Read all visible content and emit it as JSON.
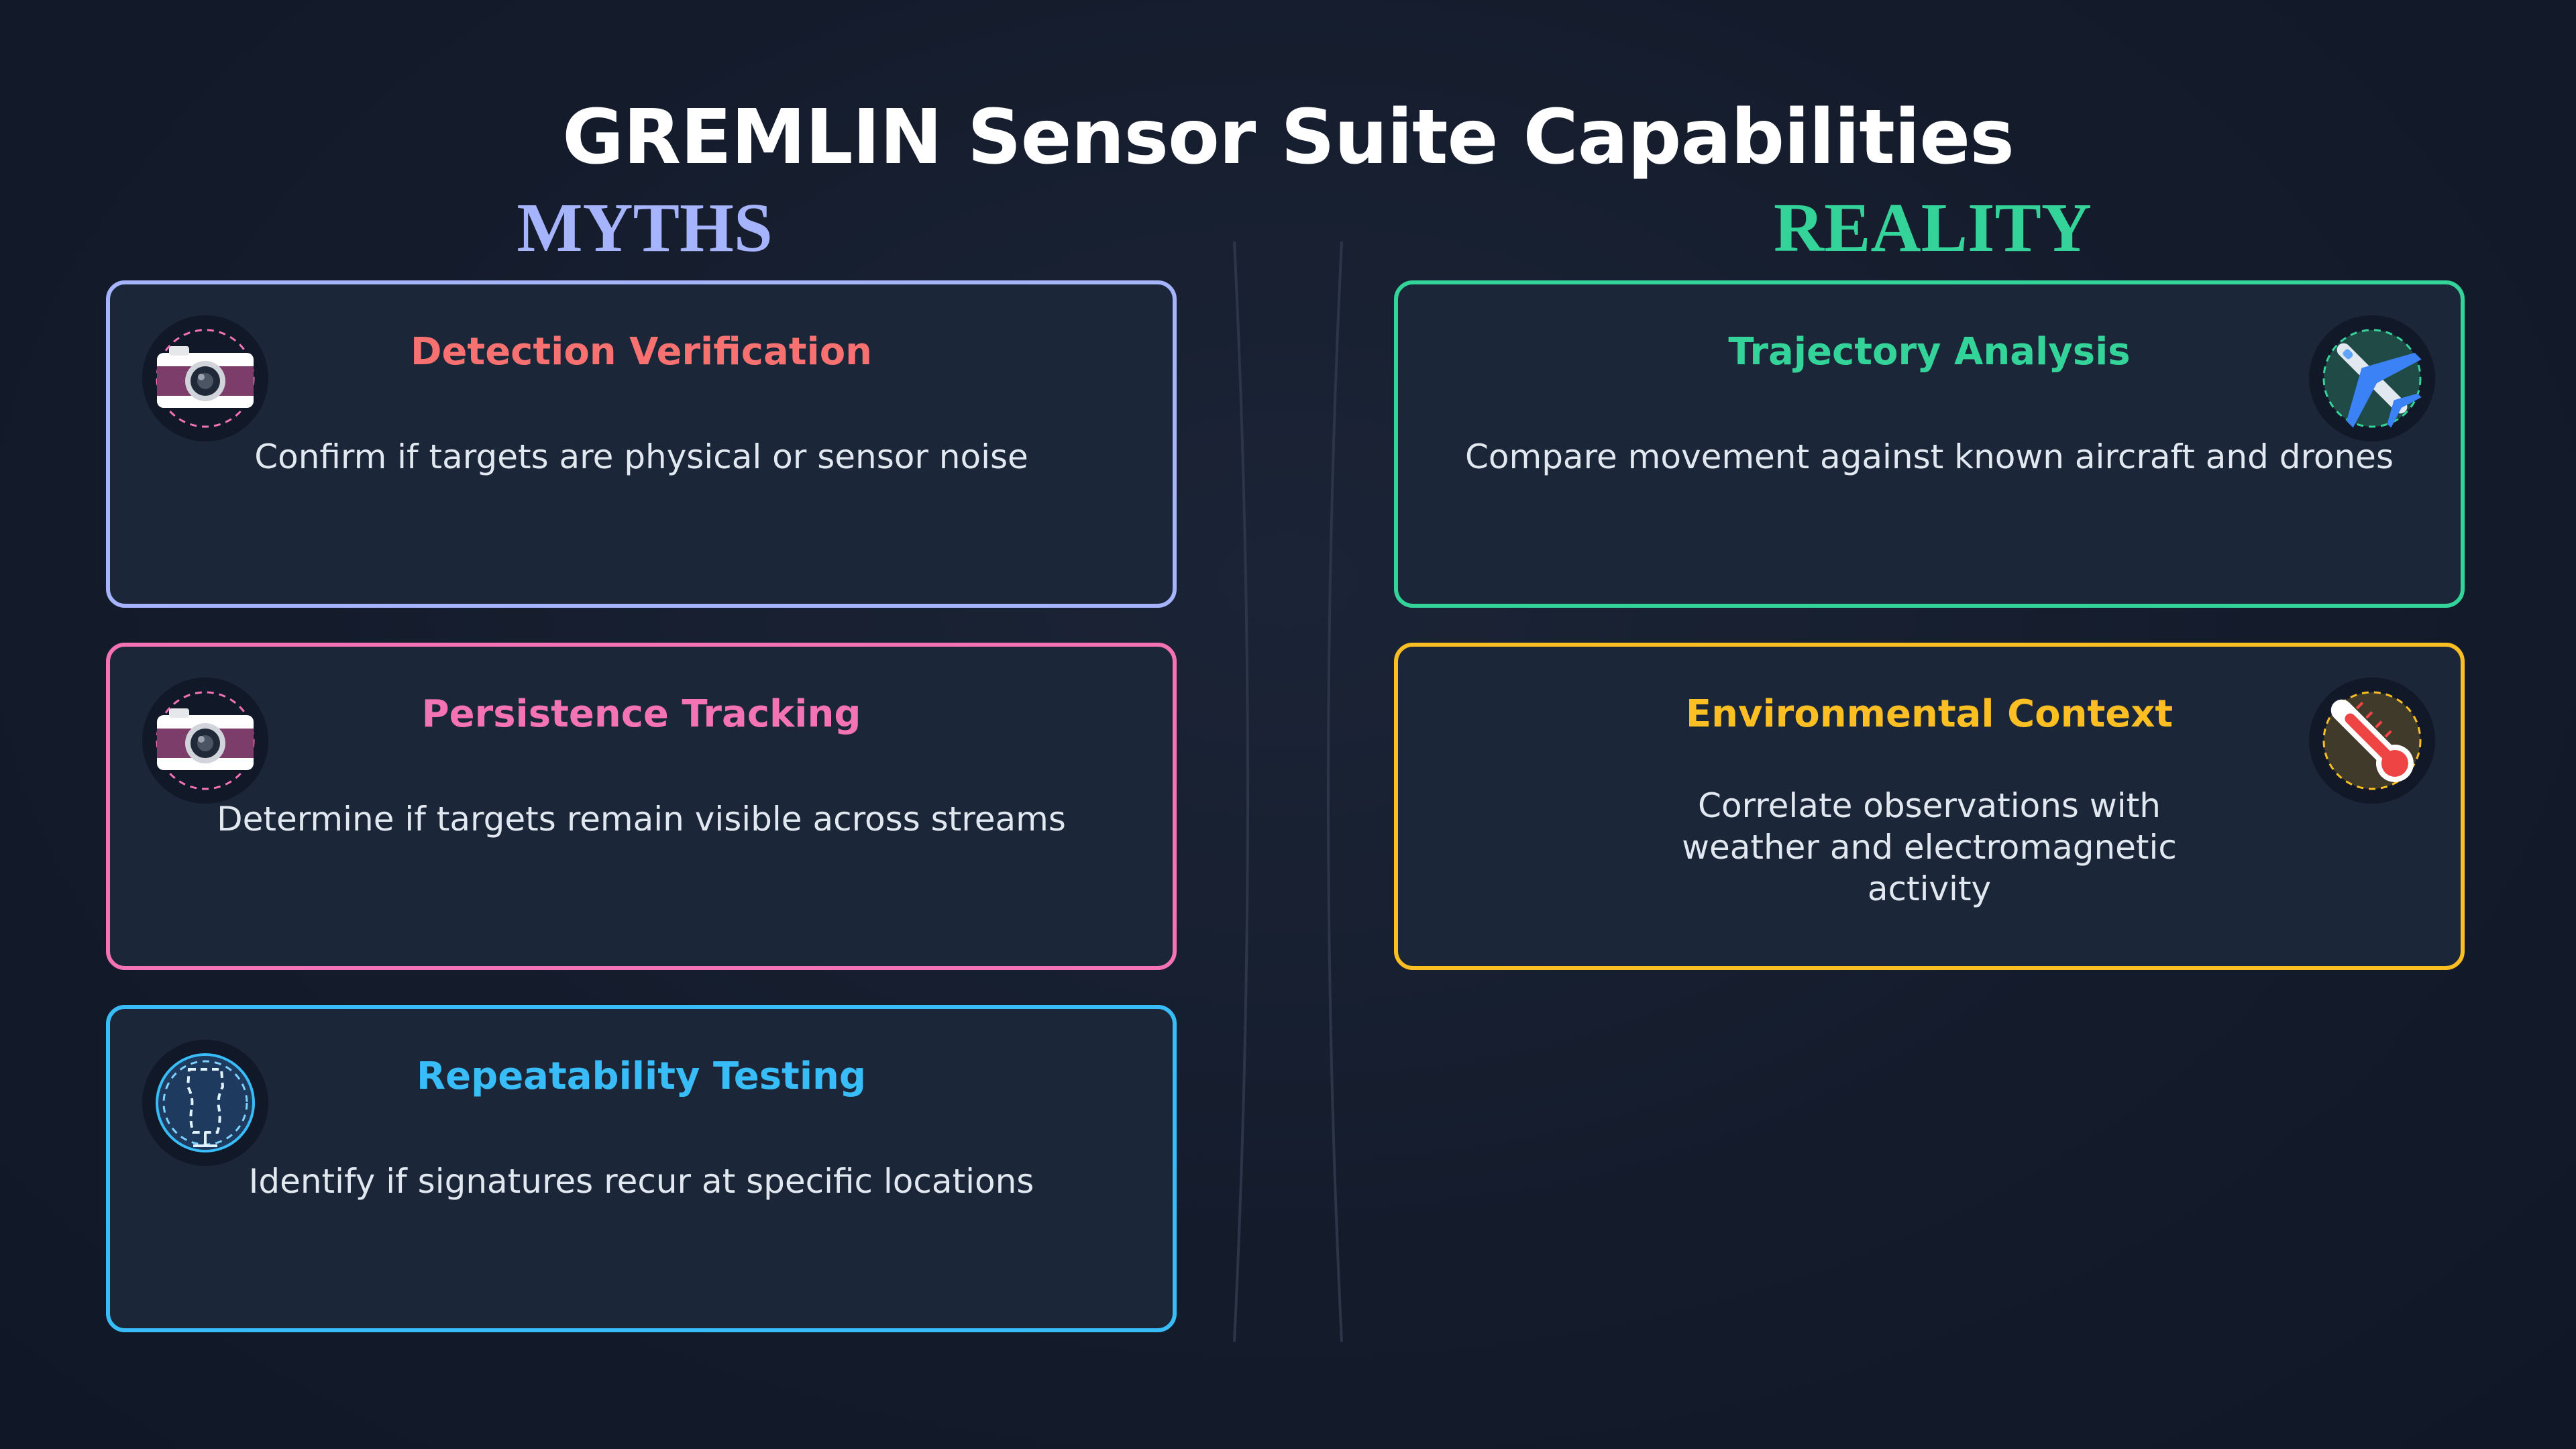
{
  "title": "GREMLIN Sensor Suite Capabilities",
  "columns": {
    "myths": {
      "label": "MYTHS",
      "color": "#a5b4fc"
    },
    "reality": {
      "label": "REALITY",
      "color": "#34d399"
    }
  },
  "myths_cards": [
    {
      "title": "Detection Verification",
      "description": "Confirm if targets are physical or sensor noise",
      "accent": "#f87171",
      "border": "#a5b4fc",
      "icon": "camera-icon"
    },
    {
      "title": "Persistence Tracking",
      "description": "Determine if targets remain visible across streams",
      "accent": "#f472b6",
      "border": "#f472b6",
      "icon": "camera-icon"
    },
    {
      "title": "Repeatability Testing",
      "description": "Identify if signatures recur at specific locations",
      "accent": "#38bdf8",
      "border": "#38bdf8",
      "icon": "mannequin-icon"
    }
  ],
  "reality_cards": [
    {
      "title": "Trajectory Analysis",
      "description": "Compare movement against known aircraft and drones",
      "accent": "#34d399",
      "border": "#34d399",
      "icon": "airplane-icon"
    },
    {
      "title": "Environmental Context",
      "description": "Correlate observations with weather and electromagnetic activity",
      "accent": "#fbbf24",
      "border": "#fbbf24",
      "icon": "thermometer-icon"
    }
  ]
}
